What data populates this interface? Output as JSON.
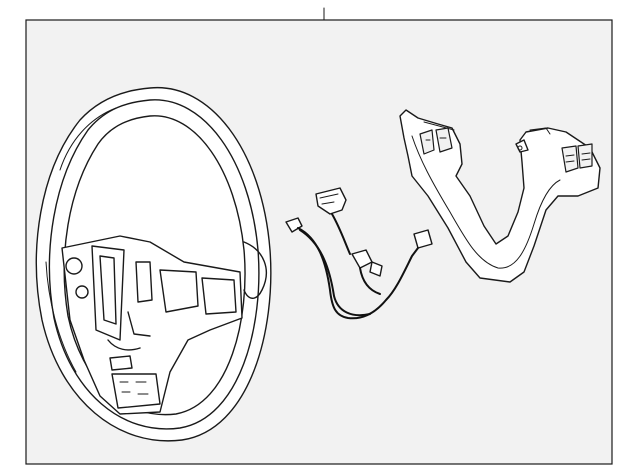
{
  "diagram": {
    "background": "#ffffff",
    "frame_fill": "#f2f2f2",
    "line_color": "#1a1a1a",
    "parts": [
      {
        "name": "steering-wheel"
      },
      {
        "name": "wiring-harness"
      },
      {
        "name": "switch-bezel"
      }
    ]
  }
}
